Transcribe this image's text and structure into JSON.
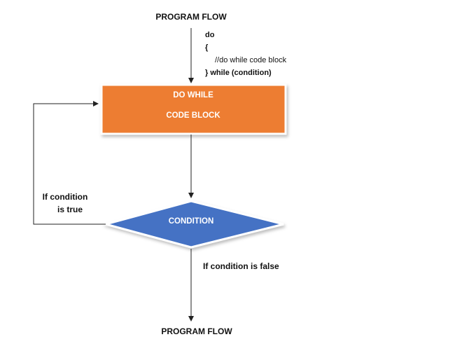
{
  "title_top": "PROGRAM FLOW",
  "title_bottom": "PROGRAM FLOW",
  "code": {
    "line1": "do",
    "line2": "{",
    "line3": "//do while  code block",
    "line4": "} while (condition)"
  },
  "process_box": {
    "line1": "DO WHILE",
    "line2": "CODE BLOCK"
  },
  "decision": {
    "label": "CONDITION"
  },
  "labels": {
    "true_line1": "If condition",
    "true_line2": "is true",
    "false": "If condition is false"
  },
  "colors": {
    "process_fill": "#ED7D31",
    "decision_fill": "#4472C4",
    "text": "#111111",
    "line": "#222222"
  }
}
